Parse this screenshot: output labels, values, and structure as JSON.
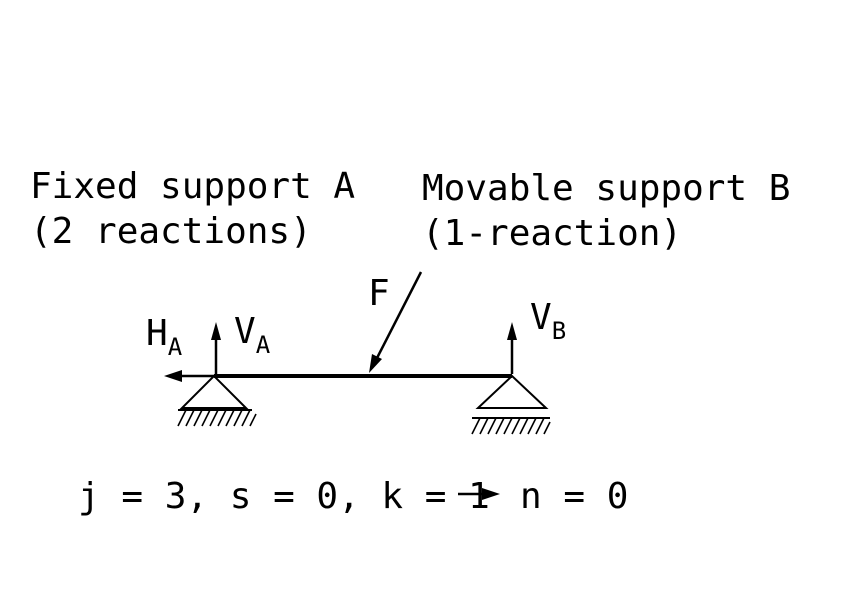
{
  "support_a": {
    "title": "Fixed support A",
    "reactions": "(2 reactions)"
  },
  "support_b": {
    "title": "Movable support B",
    "reactions": "(1-reaction)"
  },
  "force": {
    "label": "F"
  },
  "reaction_ha": {
    "main": "H",
    "sub": "A"
  },
  "reaction_va": {
    "main": "V",
    "sub": "A"
  },
  "reaction_vb": {
    "main": "V",
    "sub": "B"
  },
  "equation": {
    "left": "j = 3, s = 0, k = 1",
    "right": "n = 0"
  },
  "colors": {
    "ink": "#000000",
    "background": "#ffffff"
  }
}
